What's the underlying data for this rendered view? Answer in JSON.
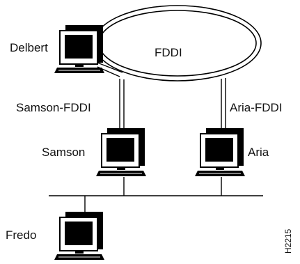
{
  "diagram": {
    "ring_label": "FDDI",
    "figure_id": "H2215",
    "links": {
      "samson_fddi": "Samson-FDDI",
      "aria_fddi": "Aria-FDDI"
    },
    "nodes": {
      "delbert": "Delbert",
      "samson": "Samson",
      "aria": "Aria",
      "fredo": "Fredo"
    }
  }
}
